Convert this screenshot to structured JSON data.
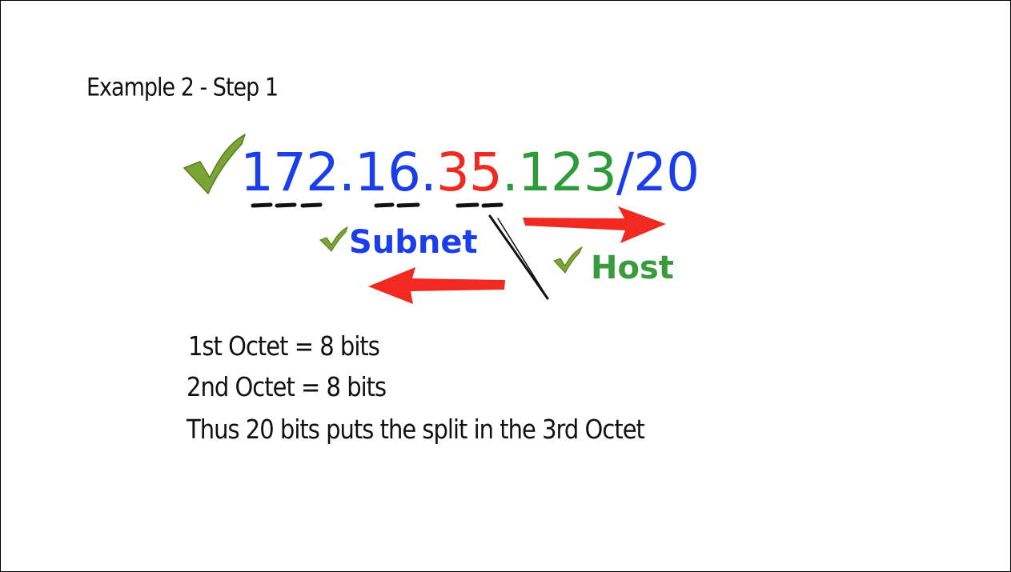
{
  "title": "Example 2 - Step 1",
  "ip_parts": [
    {
      "text": "172.16.",
      "color": "blue"
    },
    {
      "text": "35",
      "color": "red"
    },
    {
      "text": ".123",
      "color": "green"
    },
    {
      "text": "/20",
      "color": "blue"
    }
  ],
  "labels": {
    "subnet": "Subnet",
    "host": "Host"
  },
  "notes": [
    "1st Octet = 8 bits",
    "2nd Octet = 8 bits",
    "Thus 20 bits puts the split in the 3rd Octet"
  ],
  "colors": {
    "blue": "#1a3ee8",
    "red": "#f02a20",
    "green": "#2f9a3a",
    "check": "#7aa434",
    "arrow": "#f02a20"
  },
  "icons": [
    "check-icon",
    "arrow-right-icon",
    "arrow-left-icon"
  ]
}
